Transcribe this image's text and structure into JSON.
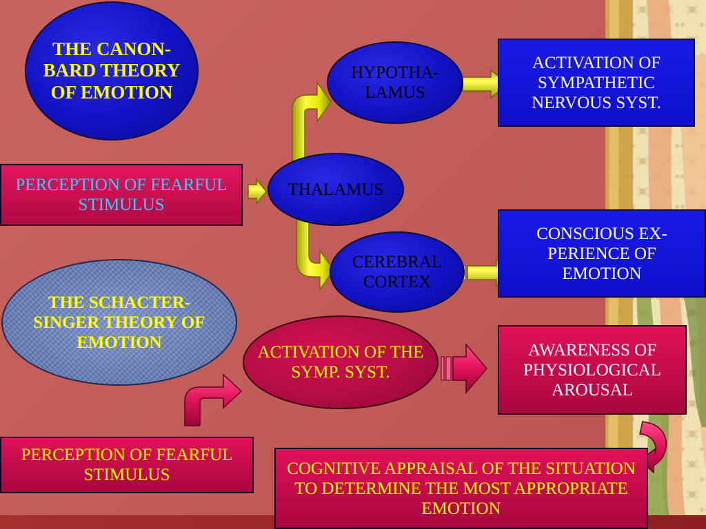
{
  "canon_bard": {
    "title": "THE CANON-BARD THEORY OF EMOTION",
    "perception": "PERCEPTION OF FEARFUL STIMULUS",
    "thalamus": "THALAMUS",
    "hypothalamus": "HYPOTHA-LAMUS",
    "cerebral_cortex": "CEREBRAL CORTEX",
    "activation_sympathetic": "ACTIVATION OF SYMPATHETIC NERVOUS SYST.",
    "conscious_experience": "CONSCIOUS EX-PERIENCE OF EMOTION"
  },
  "schacter_singer": {
    "title": "THE SCHACTER-SINGER THEORY OF EMOTION",
    "perception": "PERCEPTION OF FEARFUL STIMULUS",
    "activation": "ACTIVATION OF THE SYMP. SYST.",
    "awareness": "AWARENESS OF PHYSIOLOGICAL AROUSAL",
    "appraisal": "COGNITIVE APPRAISAL OF THE SITUATION TO DETERMINE THE MOST APPROPRIATE EMOTION"
  },
  "colors": {
    "background": "#c25f5b",
    "blue_shape": "#1212c4",
    "red_shape": "#b10d42",
    "arrow_yellow": "#ffff00",
    "arrow_red": "#e0115a",
    "title_text": "#ffff00",
    "perception_text": "#33ccff"
  }
}
